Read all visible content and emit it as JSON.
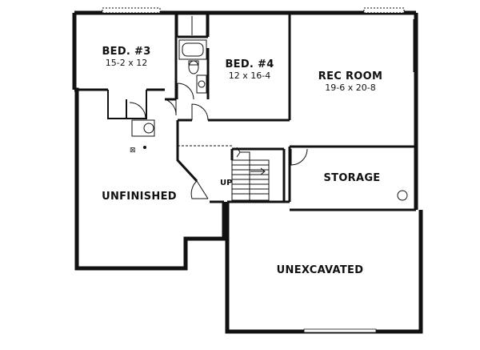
{
  "plan": {
    "rooms": {
      "bed3": {
        "name": "BED. #3",
        "dims": "15-2 x 12"
      },
      "bed4": {
        "name": "BED. #4",
        "dims": "12 x 16-4"
      },
      "rec_room": {
        "name": "REC ROOM",
        "dims": "19-6 x 20-8"
      },
      "storage": {
        "name": "STORAGE"
      },
      "unfinished": {
        "name": "UNFINISHED"
      },
      "unexcavated": {
        "name": "UNEXCAVATED"
      }
    },
    "stair_label": "UP"
  }
}
